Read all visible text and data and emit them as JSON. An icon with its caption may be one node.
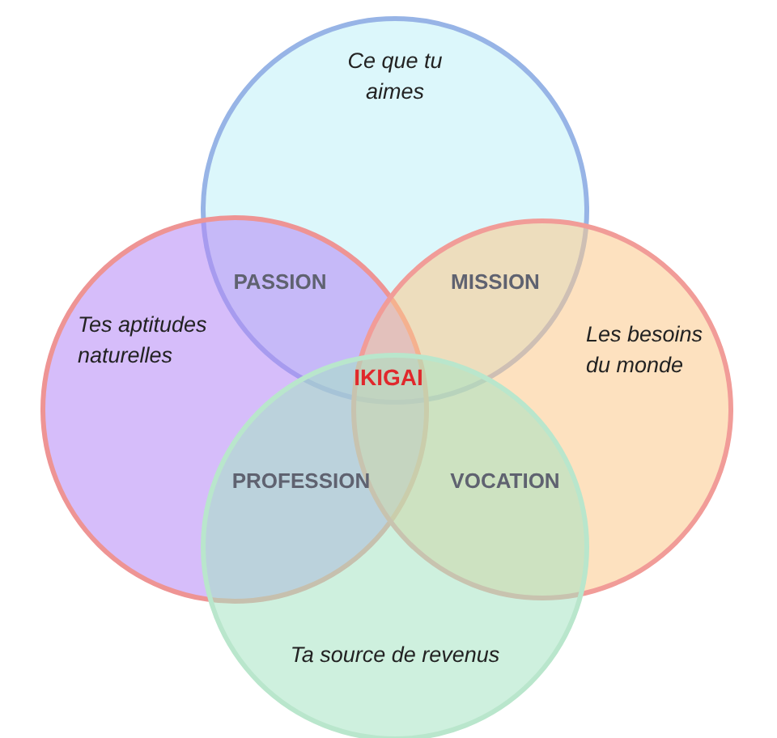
{
  "diagram": {
    "nodes": [
      {
        "text": [
          "Ce que tu aimes"
        ]
      },
      {
        "text": [
          "Tes aptitudes naturelles"
        ]
      },
      {
        "text": [
          "Les besoins du monde"
        ]
      },
      {
        "text": [
          "Ta source de revenus"
        ]
      }
    ],
    "labels": [
      "PASSION",
      "MISSION",
      "IKIGAI",
      "PROFESSION",
      "VOCATION"
    ]
  }
}
